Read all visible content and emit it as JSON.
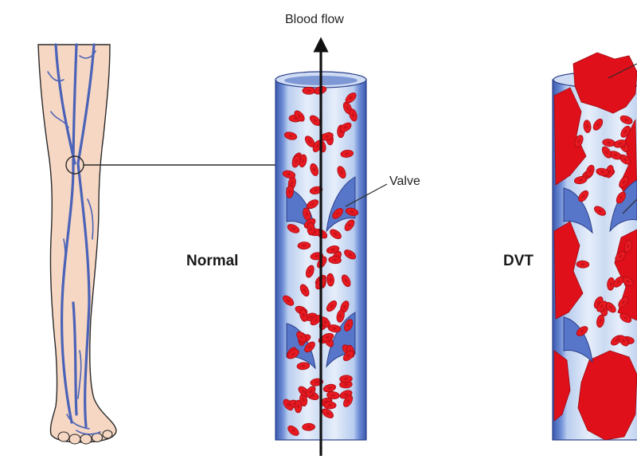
{
  "labels": {
    "blood_flow": "Blood flow",
    "valve": "Valve",
    "normal": "Normal",
    "dvt": "DVT"
  },
  "colors": {
    "skin": "#f6d7c3",
    "skin_outline": "#2a2a2a",
    "vein": "#4a62b8",
    "vessel_wall": "#4f6fc4",
    "vessel_inner": "#c9d9f2",
    "vessel_highlight": "#eaf1fb",
    "blood_cell": "#e8141c",
    "clot": "#e0101a",
    "arrow": "#111111"
  },
  "icons": {
    "leg": "leg-illustration-icon",
    "arrow": "blood-flow-arrow-icon",
    "cell": "red-blood-cell-icon",
    "clot": "blood-clot-icon"
  }
}
